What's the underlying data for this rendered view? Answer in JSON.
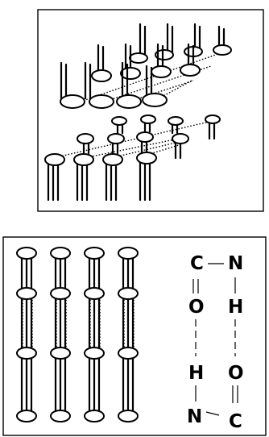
{
  "formula": {
    "top_left_atom": "C",
    "top_right_atom": "N",
    "mid_left_upper": "O",
    "mid_right_upper": "H",
    "mid_left_lower": "H",
    "mid_right_lower": "O",
    "bottom_left_atom": "N",
    "bottom_right_atom": "C"
  }
}
